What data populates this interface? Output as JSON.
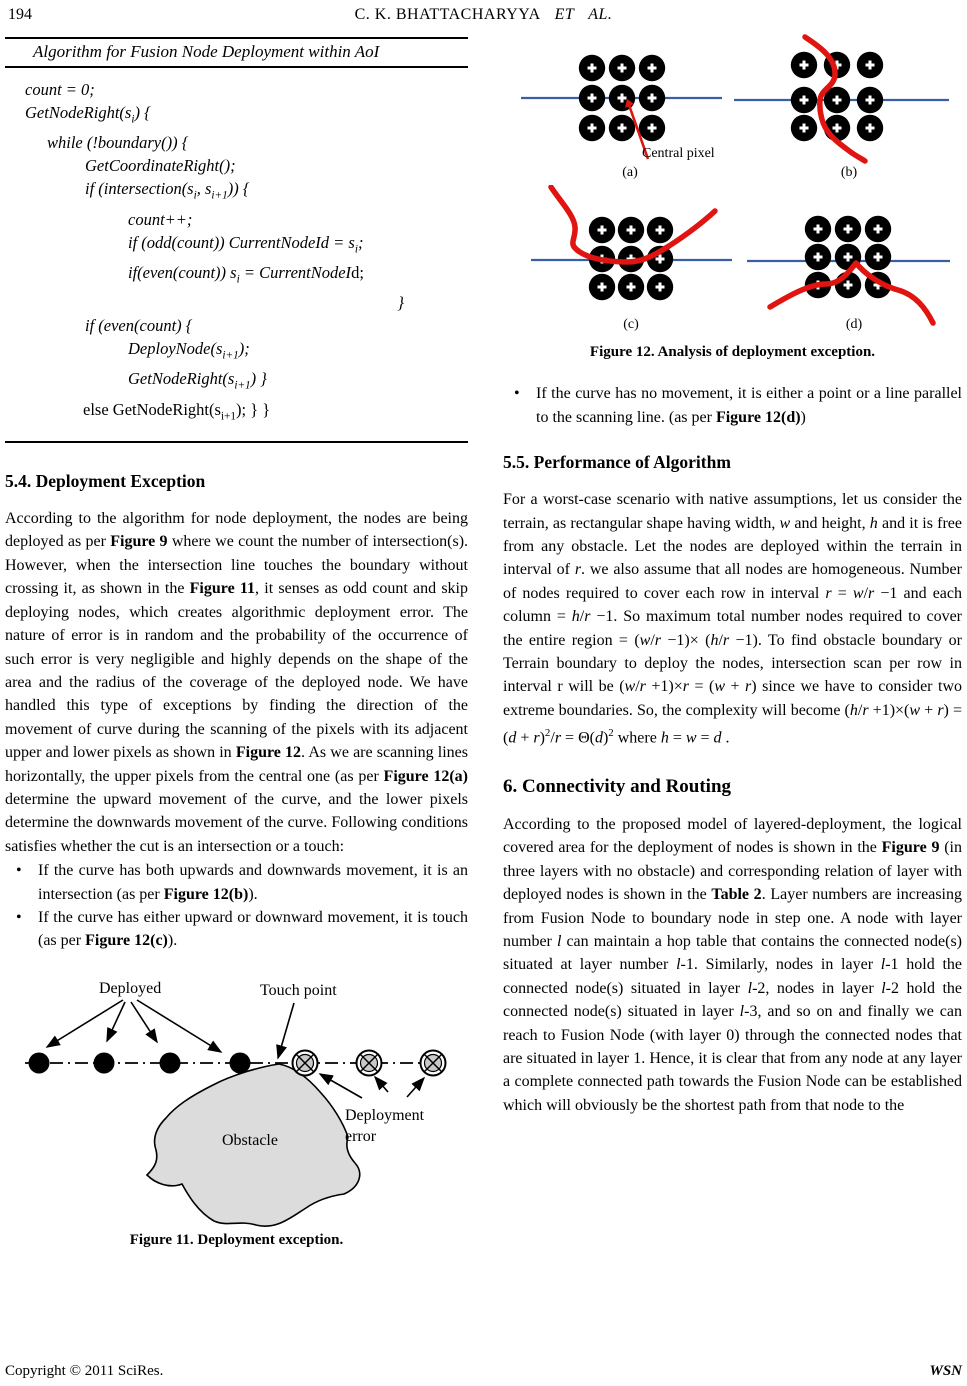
{
  "colors": {
    "ink": "#000000",
    "scan_blue": "#3a5fa5",
    "curve_red": "#e01410",
    "obstacle_fill": "#dcdcdc"
  },
  "header": {
    "page_number": "194",
    "running_head": "C. K. BHATTACHARYYA",
    "et_al": "ET AL."
  },
  "footer": {
    "left": "Copyright © 2011 SciRes.",
    "right": "WSN"
  },
  "bullet_marker": "•",
  "algorithm": {
    "title": "Algorithm for Fusion Node Deployment within AoI",
    "lines": [
      {
        "indent": 20,
        "segments": [
          {
            "t": "count = 0;",
            "i": true
          }
        ]
      },
      {
        "indent": 20,
        "segments": [
          {
            "t": "GetNodeRight(s",
            "i": true
          },
          {
            "t": "i",
            "i": true,
            "sub": true
          },
          {
            "t": ") {",
            "i": true
          }
        ]
      },
      {
        "indent": 42,
        "segments": [
          {
            "t": "while (!boundary()) {",
            "i": true
          }
        ]
      },
      {
        "indent": 80,
        "segments": [
          {
            "t": "GetCoordinateRight();",
            "i": true
          }
        ]
      },
      {
        "indent": 80,
        "segments": [
          {
            "t": "if (intersection(s",
            "i": true
          },
          {
            "t": "i",
            "i": true,
            "sub": true
          },
          {
            "t": ", s",
            "i": true
          },
          {
            "t": "i+1",
            "i": true,
            "sub": true
          },
          {
            "t": ")) {",
            "i": true
          }
        ]
      },
      {
        "indent": 123,
        "segments": [
          {
            "t": "count++;",
            "i": true
          }
        ]
      },
      {
        "indent": 123,
        "segments": [
          {
            "t": "if (odd(count)) CurrentNodeId = s",
            "i": true
          },
          {
            "t": "i",
            "i": true,
            "sub": true
          },
          {
            "t": ";",
            "i": true
          }
        ]
      },
      {
        "indent": 123,
        "segments": [
          {
            "t": "if(even(count)) s",
            "i": true
          },
          {
            "t": "i",
            "i": true,
            "sub": true
          },
          {
            "t": " = CurrentNodeI",
            "i": true
          },
          {
            "t": "d;"
          }
        ]
      },
      {
        "align": "right",
        "segments": [
          {
            "t": "}",
            "i": true
          }
        ]
      },
      {
        "indent": 80,
        "segments": [
          {
            "t": "if (even(count) {",
            "i": true
          }
        ]
      },
      {
        "indent": 123,
        "segments": [
          {
            "t": "DeployNode(s",
            "i": true
          },
          {
            "t": "i+1",
            "i": true,
            "sub": true
          },
          {
            "t": ");",
            "i": true
          }
        ]
      },
      {
        "indent": 123,
        "segments": [
          {
            "t": "GetNodeRight(s",
            "i": true
          },
          {
            "t": "i+1",
            "i": true,
            "sub": true
          },
          {
            "t": ") }",
            "i": true
          }
        ]
      },
      {
        "indent": 78,
        "segments": [
          {
            "t": "else GetNodeRight(s"
          },
          {
            "t": "i+1",
            "sub": true
          },
          {
            "t": "); } }"
          }
        ]
      }
    ]
  },
  "sections": {
    "s54": {
      "heading": "5.4. Deployment Exception",
      "para": [
        {
          "t": "According to the algorithm for node deployment, the nodes are being deployed as per "
        },
        {
          "t": "Figure 9",
          "b": true
        },
        {
          "t": " where we count the number of intersection(s). However, when the intersection line touches the boundary without crossing it, as shown in the "
        },
        {
          "t": "Figure 11",
          "b": true
        },
        {
          "t": ", it senses as odd count and skip deploying nodes, which creates algorithmic deployment error. The nature of error is in random and the probability of the occurrence of such error is very negligible and highly depends on the shape of the area and the radius of the coverage of the deployed node. We have handled this type of exceptions by finding the direction of the movement of curve during the scanning of the pixels with its adjacent upper and lower pixels as shown in "
        },
        {
          "t": "Figure 12",
          "b": true
        },
        {
          "t": ". As we are scanning lines horizontally, the upper pixels from the central one (as per "
        },
        {
          "t": "Figure 12(a)",
          "b": true
        },
        {
          "t": " determine the upward movement of the curve, and the lower pixels determine the downwards movement of the curve. Following conditions satisfies whether the cut is an intersection or a touch:"
        }
      ],
      "bullets": [
        [
          {
            "t": "If the curve has both upwards and downwards movement, it is an intersection (as per "
          },
          {
            "t": "Figure 12(b)",
            "b": true
          },
          {
            "t": ")."
          }
        ],
        [
          {
            "t": "If the curve has either upward or downward movement, it is touch (as per "
          },
          {
            "t": "Figure 12(c)",
            "b": true
          },
          {
            "t": ")."
          }
        ]
      ]
    },
    "right_bullet": [
      {
        "t": "If the curve has no movement, it is either a point or a line parallel to the scanning line. (as per "
      },
      {
        "t": "Figure 12(d)",
        "b": true
      },
      {
        "t": ")"
      }
    ],
    "s55": {
      "heading": "5.5. Performance of Algorithm",
      "para": [
        {
          "t": "For a worst-case scenario with native assumptions, let us consider the terrain, as rectangular shape having width, "
        },
        {
          "t": "w",
          "i": true
        },
        {
          "t": " and height, "
        },
        {
          "t": "h",
          "i": true
        },
        {
          "t": " and it is free from any obstacle. Let the nodes are deployed within the terrain in interval of "
        },
        {
          "t": "r",
          "i": true
        },
        {
          "t": ". we also assume that all nodes are homogeneous. Number of nodes required to cover each row in interval "
        },
        {
          "t": "r",
          "i": true
        },
        {
          "t": " = "
        },
        {
          "t": "w",
          "i": true
        },
        {
          "t": "/"
        },
        {
          "t": "r",
          "i": true
        },
        {
          "t": " −1 and each column = "
        },
        {
          "t": "h",
          "i": true
        },
        {
          "t": "/"
        },
        {
          "t": "r",
          "i": true
        },
        {
          "t": " −1. So maximum total number nodes required to cover the entire region = ("
        },
        {
          "t": "w",
          "i": true
        },
        {
          "t": "/"
        },
        {
          "t": "r",
          "i": true
        },
        {
          "t": " −1)× ("
        },
        {
          "t": "h",
          "i": true
        },
        {
          "t": "/"
        },
        {
          "t": "r",
          "i": true
        },
        {
          "t": " −1). To find obstacle boundary or Terrain boundary to deploy the nodes, intersection scan per row in interval r will be ("
        },
        {
          "t": "w",
          "i": true
        },
        {
          "t": "/"
        },
        {
          "t": "r",
          "i": true
        },
        {
          "t": " +1)×"
        },
        {
          "t": "r",
          "i": true
        },
        {
          "t": " = ("
        },
        {
          "t": "w",
          "i": true
        },
        {
          "t": " + "
        },
        {
          "t": "r",
          "i": true
        },
        {
          "t": ") since we have to consider two extreme boundaries. So, the complexity will become ("
        },
        {
          "t": "h",
          "i": true
        },
        {
          "t": "/"
        },
        {
          "t": "r",
          "i": true
        },
        {
          "t": " +1)×("
        },
        {
          "t": "w",
          "i": true
        },
        {
          "t": " + "
        },
        {
          "t": "r",
          "i": true
        },
        {
          "t": ") = ("
        },
        {
          "t": "d",
          "i": true
        },
        {
          "t": " + "
        },
        {
          "t": "r",
          "i": true
        },
        {
          "t": ")"
        },
        {
          "t": "2",
          "sup": true
        },
        {
          "t": "/"
        },
        {
          "t": "r",
          "i": true
        },
        {
          "t": " = Θ("
        },
        {
          "t": "d",
          "i": true
        },
        {
          "t": ")"
        },
        {
          "t": "2",
          "sup": true
        },
        {
          "t": " where "
        },
        {
          "t": "h",
          "i": true
        },
        {
          "t": " = "
        },
        {
          "t": "w",
          "i": true
        },
        {
          "t": " = "
        },
        {
          "t": "d",
          "i": true
        },
        {
          "t": " ."
        }
      ]
    },
    "s6": {
      "heading": "6. Connectivity and Routing",
      "para": [
        {
          "t": "According to the proposed model of layered-deployment, the logical covered area for the deployment of nodes is shown in the "
        },
        {
          "t": "Figure 9",
          "b": true
        },
        {
          "t": " (in three layers with no obstacle) and corresponding relation of layer with deployed nodes is shown in the "
        },
        {
          "t": "Table 2",
          "b": true
        },
        {
          "t": ". Layer numbers are increasing from Fusion Node to boundary node in step one. A node with layer number "
        },
        {
          "t": "l",
          "i": true
        },
        {
          "t": " can maintain a hop table that contains the connected node(s) situated at layer number "
        },
        {
          "t": "l",
          "i": true
        },
        {
          "t": "-1. Similarly, nodes in layer "
        },
        {
          "t": "l",
          "i": true
        },
        {
          "t": "-1 hold the connected node(s) situated in layer "
        },
        {
          "t": "l",
          "i": true
        },
        {
          "t": "-2, nodes in layer "
        },
        {
          "t": "l",
          "i": true
        },
        {
          "t": "-2 hold the connected node(s) situated in layer "
        },
        {
          "t": "l",
          "i": true
        },
        {
          "t": "-3, and so on and finally we can reach to Fusion Node (with layer 0) through the connected nodes that are situated in layer 1. Hence, it is clear that from any node at any layer a complete connected path towards the Fusion Node can be established which will obviously be the shortest path from that node to the"
        }
      ]
    }
  },
  "figures": {
    "fig12": {
      "caption": "Figure 12. Analysis of deployment exception.",
      "central_pixel_label": "Central pixel",
      "sub_a": "(a)",
      "sub_b": "(b)",
      "sub_c": "(c)",
      "sub_d": "(d)"
    },
    "fig11": {
      "caption": "Figure 11. Deployment exception.",
      "deployed_label": "Deployed",
      "touch_point_label": "Touch point",
      "obstacle_label": "Obstacle",
      "deployment_error_line1": "Deployment",
      "deployment_error_line2": "error"
    }
  }
}
